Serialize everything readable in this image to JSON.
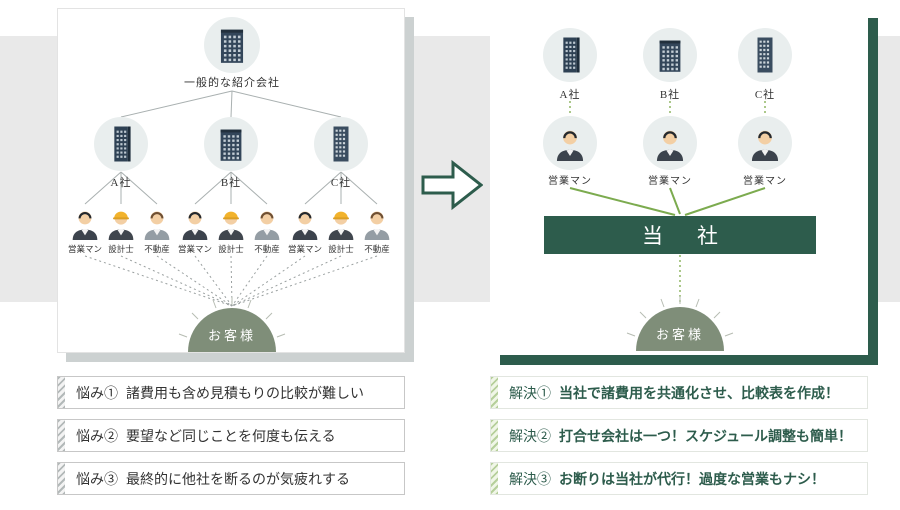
{
  "colors": {
    "accent_green": "#2d5c4c",
    "line_green": "#7cab4f",
    "band_gray": "#e9e9e9",
    "customer_green": "#7f8e79",
    "building_navy": "#2e4154"
  },
  "left_panel": {
    "root_label": "一般的な紹介会社",
    "companies": [
      {
        "label": "A社"
      },
      {
        "label": "B社"
      },
      {
        "label": "C社"
      }
    ],
    "roles": [
      "営業マン",
      "設計士",
      "不動産"
    ],
    "customer_label": "お客様"
  },
  "right_panel": {
    "companies": [
      {
        "label": "A社"
      },
      {
        "label": "B社"
      },
      {
        "label": "C社"
      }
    ],
    "agent_label": "営業マン",
    "our_company_label": "当社",
    "customer_label": "お客様"
  },
  "problems": [
    {
      "badge": "悩み①",
      "text": "諸費用も含め見積もりの比較が難しい"
    },
    {
      "badge": "悩み②",
      "text": "要望など同じことを何度も伝える"
    },
    {
      "badge": "悩み③",
      "text": "最終的に他社を断るのが気疲れする"
    }
  ],
  "solutions": [
    {
      "badge": "解決①",
      "text": "当社で諸費用を共通化させ、比較表を作成！"
    },
    {
      "badge": "解決②",
      "text": "打合せ会社は一つ！スケジュール調整も簡単！"
    },
    {
      "badge": "解決③",
      "text": "お断りは当社が代行！過度な営業もナシ！"
    }
  ]
}
